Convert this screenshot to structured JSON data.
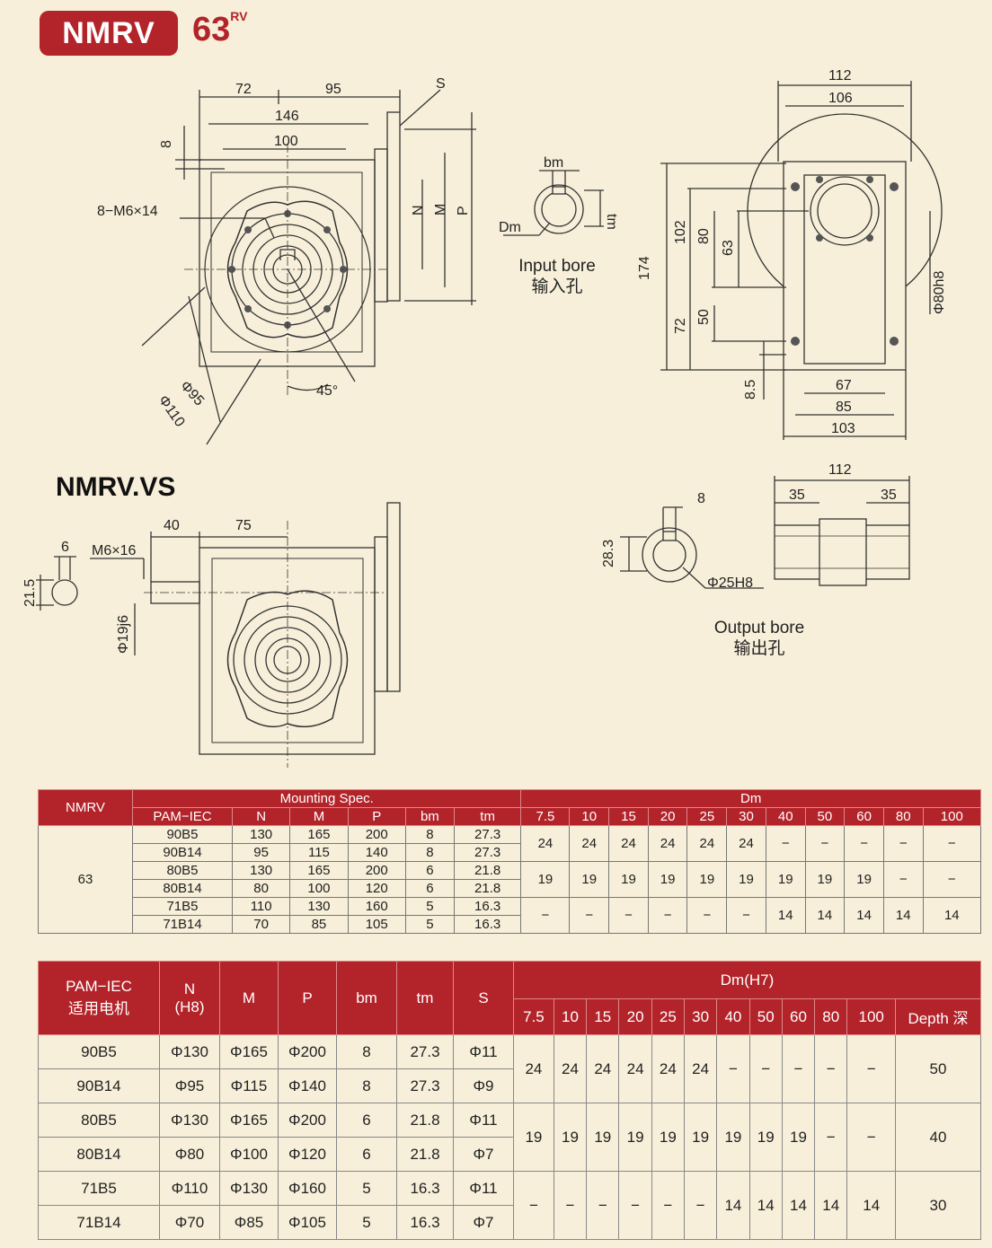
{
  "header": {
    "model": "NMRV",
    "size": "63",
    "size_sup": "RV"
  },
  "drawing": {
    "top_dims": {
      "d72": "72",
      "d95": "95",
      "d146": "146",
      "d100": "100",
      "d8": "8",
      "S": "S",
      "N": "N",
      "M": "M",
      "P": "P",
      "screws": "8−M6×14",
      "phi95": "Φ95",
      "phi110": "Φ110",
      "angle": "45°"
    },
    "input_bore": {
      "bm": "bm",
      "tm": "tm",
      "Dm": "Dm",
      "label_en": "Input bore",
      "label_cn": "输入孔"
    },
    "side_dims": {
      "d112": "112",
      "d106": "106",
      "d174": "174",
      "d102": "102",
      "d80": "80",
      "d63": "63",
      "d72": "72",
      "d50": "50",
      "d8_5": "8.5",
      "d67": "67",
      "d85": "85",
      "d103": "103",
      "phi80": "Φ80h8"
    },
    "vs_title": "NMRV.VS",
    "vs_dims": {
      "d40": "40",
      "d75": "75",
      "d6": "6",
      "screw": "M6×16",
      "d21_5": "21.5",
      "phi19": "Φ19j6"
    },
    "output_bore": {
      "d8": "8",
      "d28_3": "28.3",
      "phi25": "Φ25H8",
      "d112": "112",
      "d35a": "35",
      "d35b": "35",
      "label_en": "Output bore",
      "label_cn": "输出孔"
    }
  },
  "table1": {
    "h_model": "NMRV",
    "h_mount": "Mounting Spec.",
    "h_dm": "Dm",
    "cols": [
      "PAM−IEC",
      "N",
      "M",
      "P",
      "bm",
      "tm"
    ],
    "dm_cols": [
      "7.5",
      "10",
      "15",
      "20",
      "25",
      "30",
      "40",
      "50",
      "60",
      "80",
      "100"
    ],
    "model": "63",
    "rows": [
      [
        "90B5",
        "130",
        "165",
        "200",
        "8",
        "27.3"
      ],
      [
        "90B14",
        "95",
        "115",
        "140",
        "8",
        "27.3"
      ],
      [
        "80B5",
        "130",
        "165",
        "200",
        "6",
        "21.8"
      ],
      [
        "80B14",
        "80",
        "100",
        "120",
        "6",
        "21.8"
      ],
      [
        "71B5",
        "110",
        "130",
        "160",
        "5",
        "16.3"
      ],
      [
        "71B14",
        "70",
        "85",
        "105",
        "5",
        "16.3"
      ]
    ],
    "dm_groups": [
      [
        "24",
        "24",
        "24",
        "24",
        "24",
        "24",
        "−",
        "−",
        "−",
        "−",
        "−"
      ],
      [
        "19",
        "19",
        "19",
        "19",
        "19",
        "19",
        "19",
        "19",
        "19",
        "−",
        "−"
      ],
      [
        "−",
        "−",
        "−",
        "−",
        "−",
        "−",
        "14",
        "14",
        "14",
        "14",
        "14"
      ]
    ]
  },
  "table2": {
    "h_pam": "PAM−IEC",
    "h_pam_cn": "适用电机",
    "h_n": "N",
    "h_n2": "(H8)",
    "h_m": "M",
    "h_p": "P",
    "h_bm": "bm",
    "h_tm": "tm",
    "h_s": "S",
    "h_dm": "Dm(H7)",
    "h_depth": "Depth 深",
    "dm_cols": [
      "7.5",
      "10",
      "15",
      "20",
      "25",
      "30",
      "40",
      "50",
      "60",
      "80",
      "100"
    ],
    "rows": [
      [
        "90B5",
        "Φ130",
        "Φ165",
        "Φ200",
        "8",
        "27.3",
        "Φ11"
      ],
      [
        "90B14",
        "Φ95",
        "Φ115",
        "Φ140",
        "8",
        "27.3",
        "Φ9"
      ],
      [
        "80B5",
        "Φ130",
        "Φ165",
        "Φ200",
        "6",
        "21.8",
        "Φ11"
      ],
      [
        "80B14",
        "Φ80",
        "Φ100",
        "Φ120",
        "6",
        "21.8",
        "Φ7"
      ],
      [
        "71B5",
        "Φ110",
        "Φ130",
        "Φ160",
        "5",
        "16.3",
        "Φ11"
      ],
      [
        "71B14",
        "Φ70",
        "Φ85",
        "Φ105",
        "5",
        "16.3",
        "Φ7"
      ]
    ],
    "dm_groups": [
      [
        "24",
        "24",
        "24",
        "24",
        "24",
        "24",
        "−",
        "−",
        "−",
        "−",
        "−"
      ],
      [
        "19",
        "19",
        "19",
        "19",
        "19",
        "19",
        "19",
        "19",
        "19",
        "−",
        "−"
      ],
      [
        "−",
        "−",
        "−",
        "−",
        "−",
        "−",
        "14",
        "14",
        "14",
        "14",
        "14"
      ]
    ],
    "depth": [
      "50",
      "40",
      "30"
    ]
  }
}
